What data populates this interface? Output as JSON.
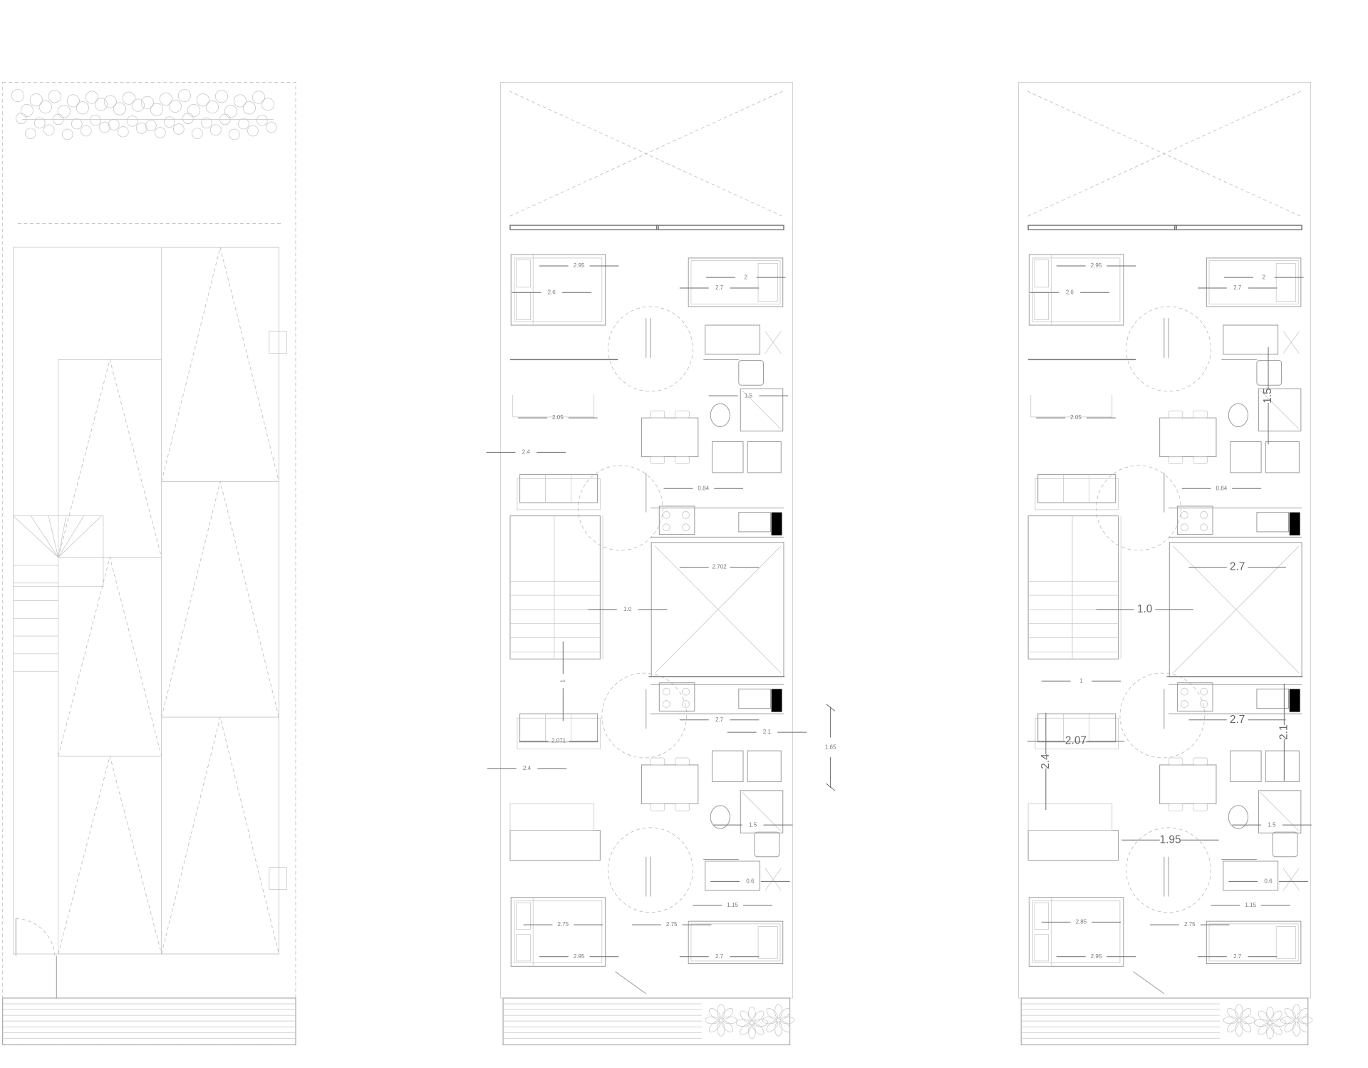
{
  "drawing": {
    "sheets": [
      {
        "name": "site-roof-plan"
      },
      {
        "name": "floor-plan-a"
      },
      {
        "name": "floor-plan-b"
      }
    ],
    "plan_a_dimensions": [
      "2.95",
      "2.6",
      "2",
      "2.7",
      "2.05",
      "2.4",
      "0.84",
      "1.5",
      "2.702",
      "1.0",
      "1",
      "2.7",
      "2.1",
      "2.071",
      "2.4",
      "1.5",
      "0.6",
      "1.15",
      "2.75",
      "2.75",
      "2.95",
      "2.7"
    ],
    "plan_b_dimensions": [
      "2.95",
      "2.6",
      "2",
      "2.7",
      "2.05",
      "1.5",
      "0.84",
      "2.7",
      "1.0",
      "1",
      "2.7",
      "2.1",
      "2.07",
      "2.4",
      "1.95",
      "1.5",
      "0.6",
      "1.15",
      "2.85",
      "2.75",
      "2.95",
      "2.7"
    ],
    "standalone_dimension": "1.65"
  }
}
